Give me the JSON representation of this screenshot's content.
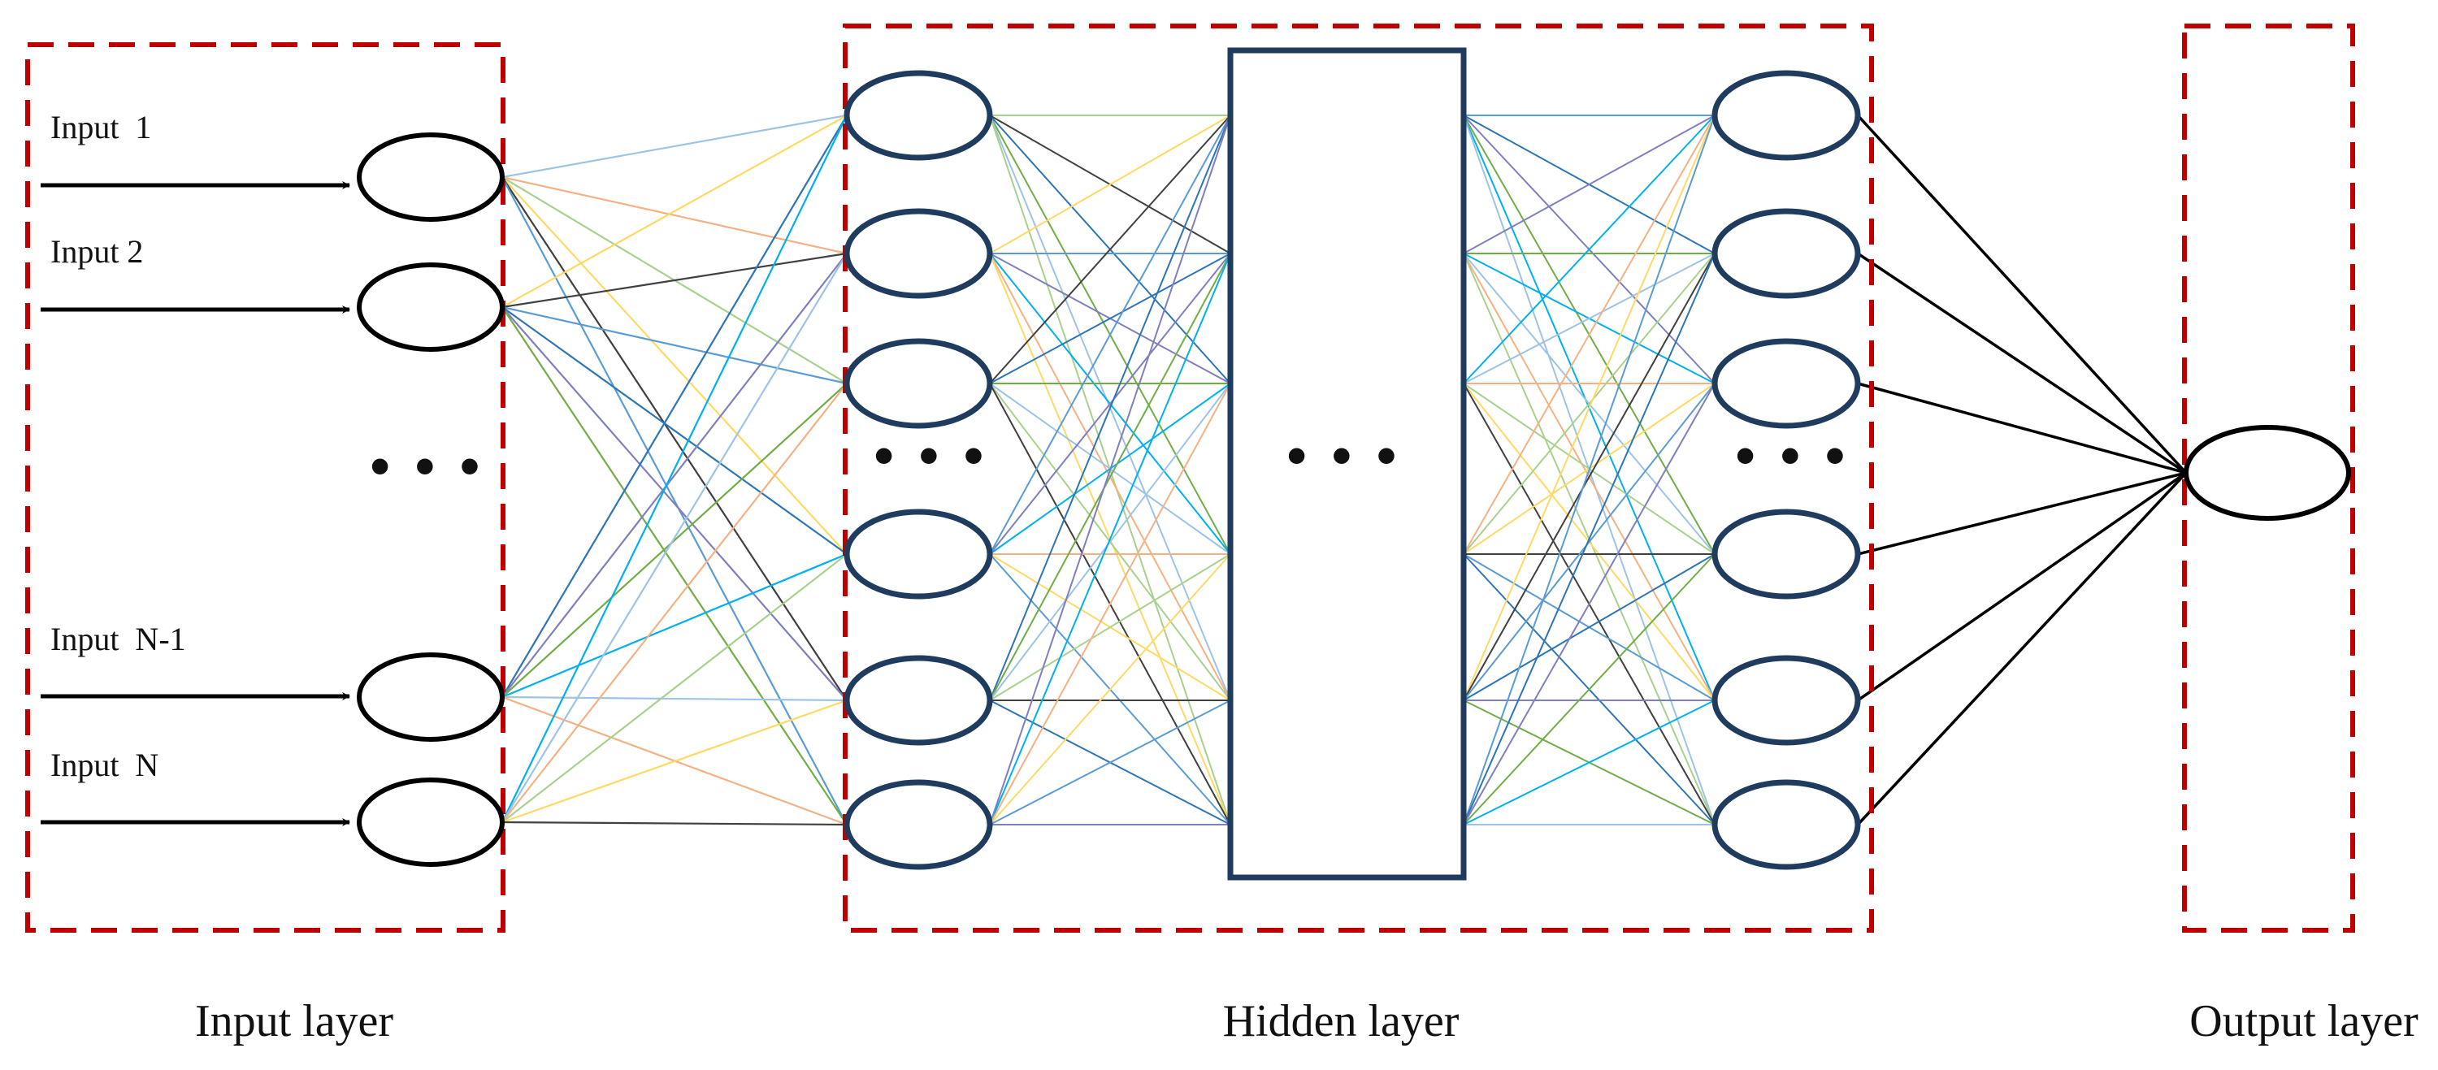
{
  "inputs": {
    "labels": [
      "Input  1",
      "Input 2",
      "Input  N-1",
      "Input  N"
    ],
    "ellipsis": "• • •"
  },
  "hidden": {
    "ellipsis_left": "• • •",
    "ellipsis_middle": "• • •",
    "ellipsis_right": "• • •"
  },
  "layers": {
    "input": "Input layer",
    "hidden": "Hidden layer",
    "output": "Output layer"
  },
  "colors": {
    "group_border": "#c00000",
    "hidden_node": "#1f3b5e",
    "io_node": "#000000",
    "connection_palette": [
      "#9dc3e6",
      "#f4b183",
      "#a9d18e",
      "#ffd966",
      "#404040",
      "#5b9bd5",
      "#2e75b6",
      "#7f7fbf",
      "#70ad47",
      "#00b0f0"
    ]
  }
}
